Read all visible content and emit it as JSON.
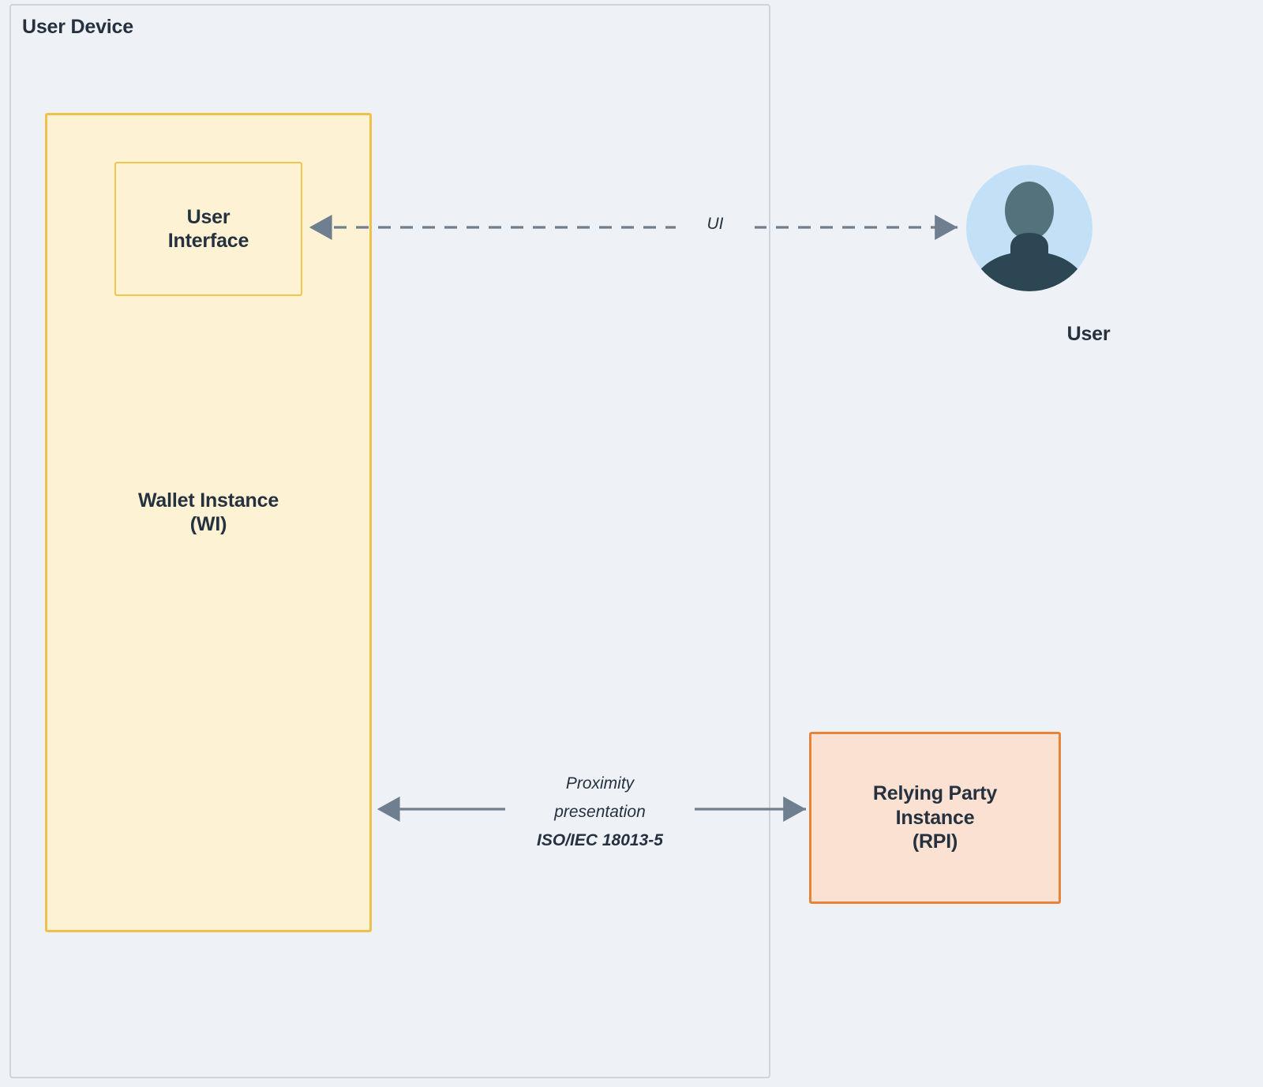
{
  "diagram": {
    "background_color": "#eef1f6",
    "container": {
      "title": "User Device",
      "border_color": "#ced3dd"
    },
    "nodes": {
      "wallet_instance": {
        "label_line1": "Wallet Instance",
        "label_line2": "(WI)",
        "fill_color": "#fdf2d3",
        "border_color": "#efc14a"
      },
      "user_interface": {
        "label_line1": "User",
        "label_line2": "Interface",
        "fill_color": "#fdf2d3",
        "border_color": "#f2c44d"
      },
      "relying_party_instance": {
        "label_line1": "Relying Party",
        "label_line2": "Instance",
        "label_line3": "(RPI)",
        "fill_color": "#fae1d2",
        "border_color": "#e8833a"
      },
      "user": {
        "label": "User",
        "icon": "user-avatar-icon",
        "circle_color": "#c3e0f7",
        "head_color": "#53727b",
        "body_color": "#2d4653"
      }
    },
    "edges": {
      "ui_edge": {
        "label": "UI",
        "style": "dashed",
        "direction": "bidirectional",
        "color": "#6f7f8f"
      },
      "proximity_edge": {
        "label_line1": "Proximity",
        "label_line2": "presentation",
        "label_line3": "ISO/IEC 18013-5",
        "style": "solid",
        "direction": "bidirectional",
        "color": "#6f7f8f"
      }
    }
  }
}
